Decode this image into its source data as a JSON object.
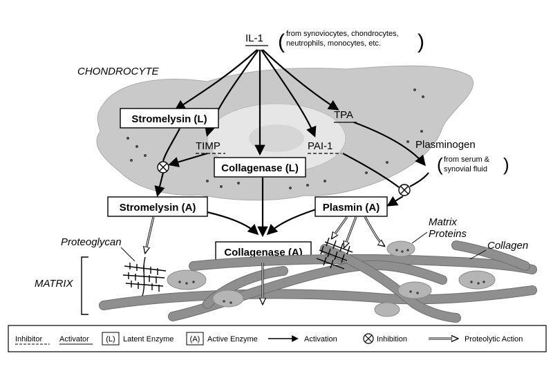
{
  "source": {
    "name": "IL-1",
    "origin_line1": "from synoviocytes, chondrocytes,",
    "origin_line2": "neutrophils, monocytes, etc."
  },
  "regions": {
    "cell": "CHONDROCYTE",
    "matrix": "MATRIX"
  },
  "nodes": {
    "stromelysin_latent": "Stromelysin (L)",
    "timp": "TIMP",
    "collagenase_latent": "Collagenase (L)",
    "pai1": "PAI-1",
    "tpa": "TPA",
    "plasminogen": "Plasminogen",
    "plasminogen_origin_line1": "from serum &",
    "plasminogen_origin_line2": "synovial fluid",
    "stromelysin_active": "Stromelysin (A)",
    "plasmin_active": "Plasmin (A)",
    "collagenase_active": "Collagenase (A)"
  },
  "substrates": {
    "proteoglycan": "Proteoglycan",
    "matrix_proteins_line1": "Matrix",
    "matrix_proteins_line2": "Proteins",
    "collagen": "Collagen"
  },
  "legend": {
    "inhibitor": "Inhibitor",
    "activator": "Activator",
    "latent_symbol": "(L)",
    "latent_text": "Latent Enzyme",
    "active_symbol": "(A)",
    "active_text": "Active Enzyme",
    "activation": "Activation",
    "inhibition": "Inhibition",
    "proteolytic": "Proteolytic Action"
  },
  "colors": {
    "cell_fill": "#c9c9c9",
    "nucleus_fill": "#e6e6e6",
    "fiber": "#8f8f8f",
    "ink": "#000000"
  }
}
